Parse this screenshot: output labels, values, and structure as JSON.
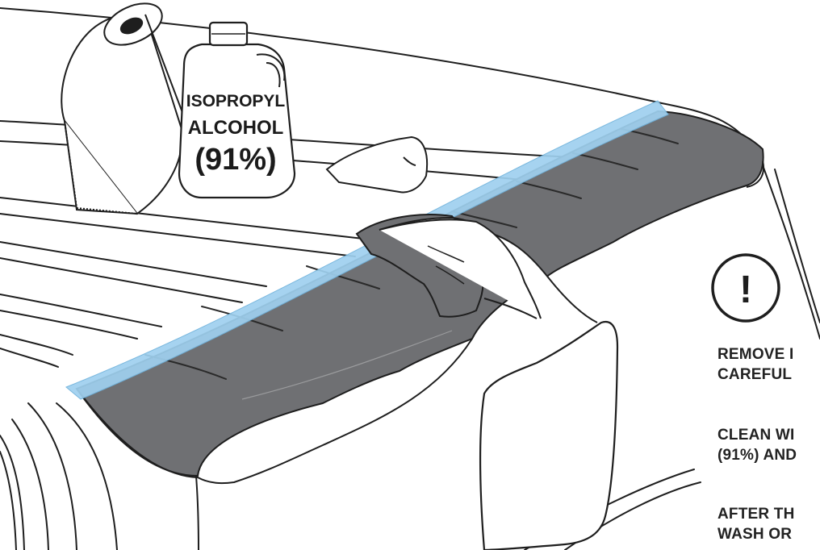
{
  "bottle": {
    "label_line1": "ISOPROPYL",
    "label_line2": "ALCOHOL",
    "label_line3": "(91%)"
  },
  "warning_icon": {
    "symbol": "!",
    "name": "exclamation-circle-icon"
  },
  "instructions": [
    {
      "line1": "REMOVE I",
      "line2": "CAREFUL"
    },
    {
      "line1": "CLEAN WI",
      "line2": "(91%) AND"
    },
    {
      "line1": "AFTER TH",
      "line2": "WASH OR"
    }
  ],
  "colors": {
    "spoiler": "#6f7073",
    "masking_tape": "#9fd0ef",
    "outline": "#1e1e1e",
    "background": "#ffffff"
  }
}
